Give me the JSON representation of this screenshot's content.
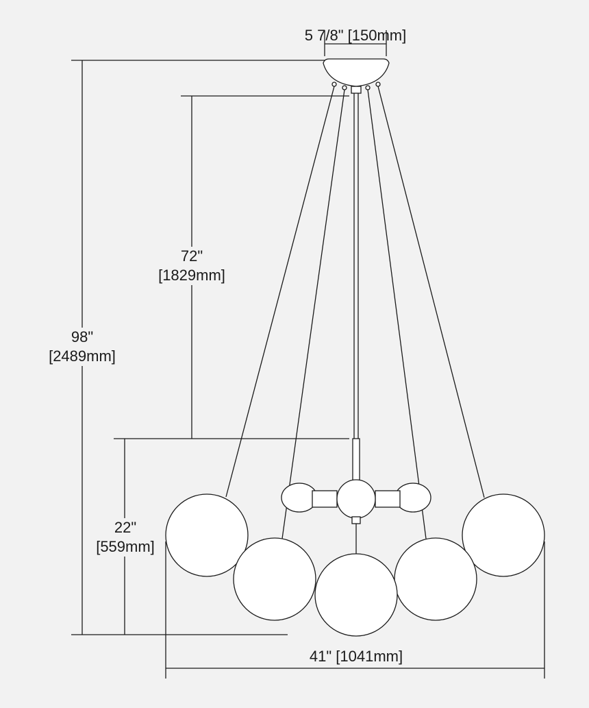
{
  "colors": {
    "background": "#f2f2f2",
    "line": "#1a1a1a",
    "glass": "#ffffff"
  },
  "dimensions": {
    "canopy_width": "5 7/8\" [150mm]",
    "chain_length": {
      "imperial": "72\"",
      "metric": "[1829mm]"
    },
    "overall_height": {
      "imperial": "98\"",
      "metric": "[2489mm]"
    },
    "fixture_height": {
      "imperial": "22\"",
      "metric": "[559mm]"
    },
    "overall_width": "41\" [1041mm]"
  }
}
